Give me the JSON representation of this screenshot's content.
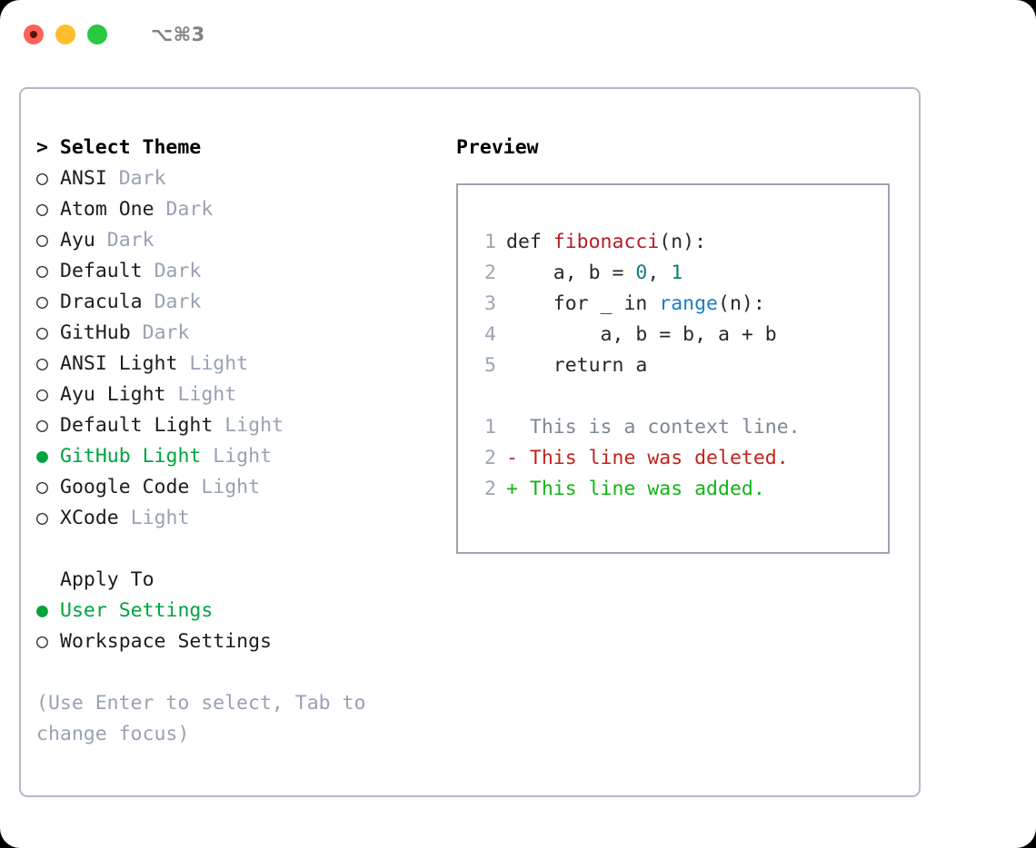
{
  "titlebar": {
    "shortcut": "⌥⌘3",
    "lights": [
      {
        "name": "close",
        "color": "#ff6057"
      },
      {
        "name": "minimize",
        "color": "#ffbd2e"
      },
      {
        "name": "zoom",
        "color": "#28c840"
      }
    ]
  },
  "theme_picker": {
    "header": "> Select Theme",
    "marker_selected": "●",
    "marker_unselected": "○",
    "accent_color": "#00a33e",
    "variant_color": "#98a2b3",
    "options": [
      {
        "label": "ANSI",
        "variant": "Dark",
        "selected": false
      },
      {
        "label": "Atom One",
        "variant": "Dark",
        "selected": false
      },
      {
        "label": "Ayu",
        "variant": "Dark",
        "selected": false
      },
      {
        "label": "Default",
        "variant": "Dark",
        "selected": false
      },
      {
        "label": "Dracula",
        "variant": "Dark",
        "selected": false
      },
      {
        "label": "GitHub",
        "variant": "Dark",
        "selected": false
      },
      {
        "label": "ANSI Light",
        "variant": "Light",
        "selected": false
      },
      {
        "label": "Ayu Light",
        "variant": "Light",
        "selected": false
      },
      {
        "label": "Default Light",
        "variant": "Light",
        "selected": false
      },
      {
        "label": "GitHub Light",
        "variant": "Light",
        "selected": true
      },
      {
        "label": "Google Code",
        "variant": "Light",
        "selected": false
      },
      {
        "label": "XCode",
        "variant": "Light",
        "selected": false
      }
    ]
  },
  "apply_to": {
    "header": "Apply To",
    "options": [
      {
        "label": "User Settings",
        "selected": true
      },
      {
        "label": "Workspace Settings",
        "selected": false
      }
    ]
  },
  "hint": "(Use Enter to select, Tab to change focus)",
  "preview": {
    "title": "Preview",
    "code_lines": [
      {
        "number": "1",
        "tokens": [
          {
            "text": "def ",
            "kind": "plain"
          },
          {
            "text": "fibonacci",
            "kind": "func"
          },
          {
            "text": "(n):",
            "kind": "plain"
          }
        ]
      },
      {
        "number": "2",
        "tokens": [
          {
            "text": "    a, b = ",
            "kind": "plain"
          },
          {
            "text": "0",
            "kind": "num"
          },
          {
            "text": ", ",
            "kind": "plain"
          },
          {
            "text": "1",
            "kind": "num"
          }
        ]
      },
      {
        "number": "3",
        "tokens": [
          {
            "text": "    for _ in ",
            "kind": "plain"
          },
          {
            "text": "range",
            "kind": "call"
          },
          {
            "text": "(n):",
            "kind": "plain"
          }
        ]
      },
      {
        "number": "4",
        "tokens": [
          {
            "text": "        a, b = b, a + b",
            "kind": "plain"
          }
        ]
      },
      {
        "number": "5",
        "tokens": [
          {
            "text": "    return a",
            "kind": "plain"
          }
        ]
      }
    ],
    "diff_lines": [
      {
        "number": "1",
        "sign": " ",
        "text": " This is a context line.",
        "kind": "context"
      },
      {
        "number": "2",
        "sign": "-",
        "text": " This line was deleted.",
        "kind": "deleted"
      },
      {
        "number": "2",
        "sign": "+",
        "text": " This line was added.",
        "kind": "added"
      }
    ]
  }
}
